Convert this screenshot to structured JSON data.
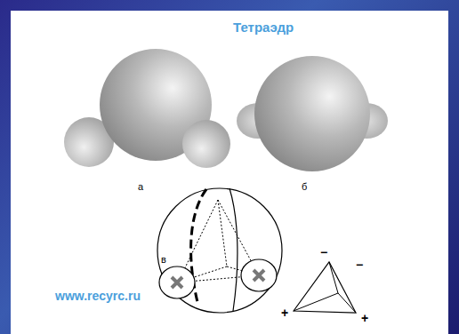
{
  "diagram": {
    "title": "Тетраэдр",
    "labels": [
      "а",
      "б",
      "в",
      "www.recyrc.ru",
      "−",
      "−",
      "+",
      "+"
    ]
  }
}
